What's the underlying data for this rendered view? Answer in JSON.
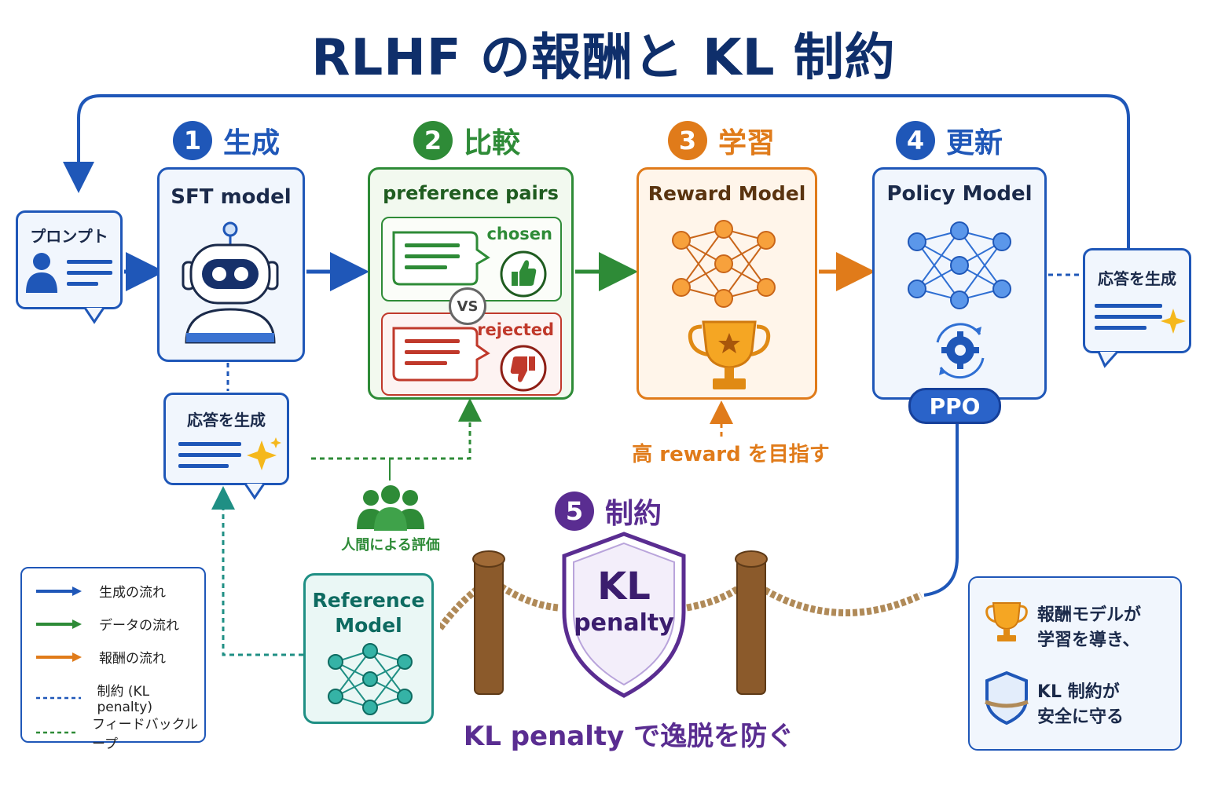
{
  "title": "RLHF の報酬と KL 制約",
  "colors": {
    "blue": "#1f57b8",
    "green": "#2e8b37",
    "orange": "#e07b1a",
    "purple": "#5a2d91",
    "teal": "#1f8f84",
    "navy": "#0f2f6b"
  },
  "steps": [
    {
      "num": "1",
      "label": "生成"
    },
    {
      "num": "2",
      "label": "比較"
    },
    {
      "num": "3",
      "label": "学習"
    },
    {
      "num": "4",
      "label": "更新"
    },
    {
      "num": "5",
      "label": "制約"
    }
  ],
  "prompt": {
    "label": "プロンプト",
    "icon": "user-icon"
  },
  "sft": {
    "title": "SFT model",
    "icon": "robot-icon"
  },
  "sft_response": {
    "label": "応答を生成",
    "icon": "sparkle-icon"
  },
  "preference": {
    "title": "preference pairs",
    "chosen": "chosen",
    "rejected": "rejected",
    "vs": "VS"
  },
  "reward": {
    "title": "Reward Model",
    "icon": "trophy-icon",
    "goal": "高 reward を目指す"
  },
  "policy": {
    "title": "Policy Model",
    "badge": "PPO",
    "icon": "gear-cycle-icon"
  },
  "policy_response": {
    "label": "応答を生成"
  },
  "human_eval": {
    "label": "人間による評価",
    "icon": "people-icon"
  },
  "reference": {
    "line1": "Reference",
    "line2": "Model"
  },
  "kl": {
    "line1": "KL",
    "line2": "penalty",
    "caption": "KL penalty で逸脱を防ぐ"
  },
  "legend": [
    {
      "label": "生成の流れ"
    },
    {
      "label": "データの流れ"
    },
    {
      "label": "報酬の流れ"
    },
    {
      "label": "制約 (KL penalty)"
    },
    {
      "label": "フィードバックループ"
    }
  ],
  "notes": {
    "reward_line1": "報酬モデルが",
    "reward_line2": "学習を導き、",
    "kl_line1": "KL 制約が",
    "kl_line2": "安全に守る"
  }
}
